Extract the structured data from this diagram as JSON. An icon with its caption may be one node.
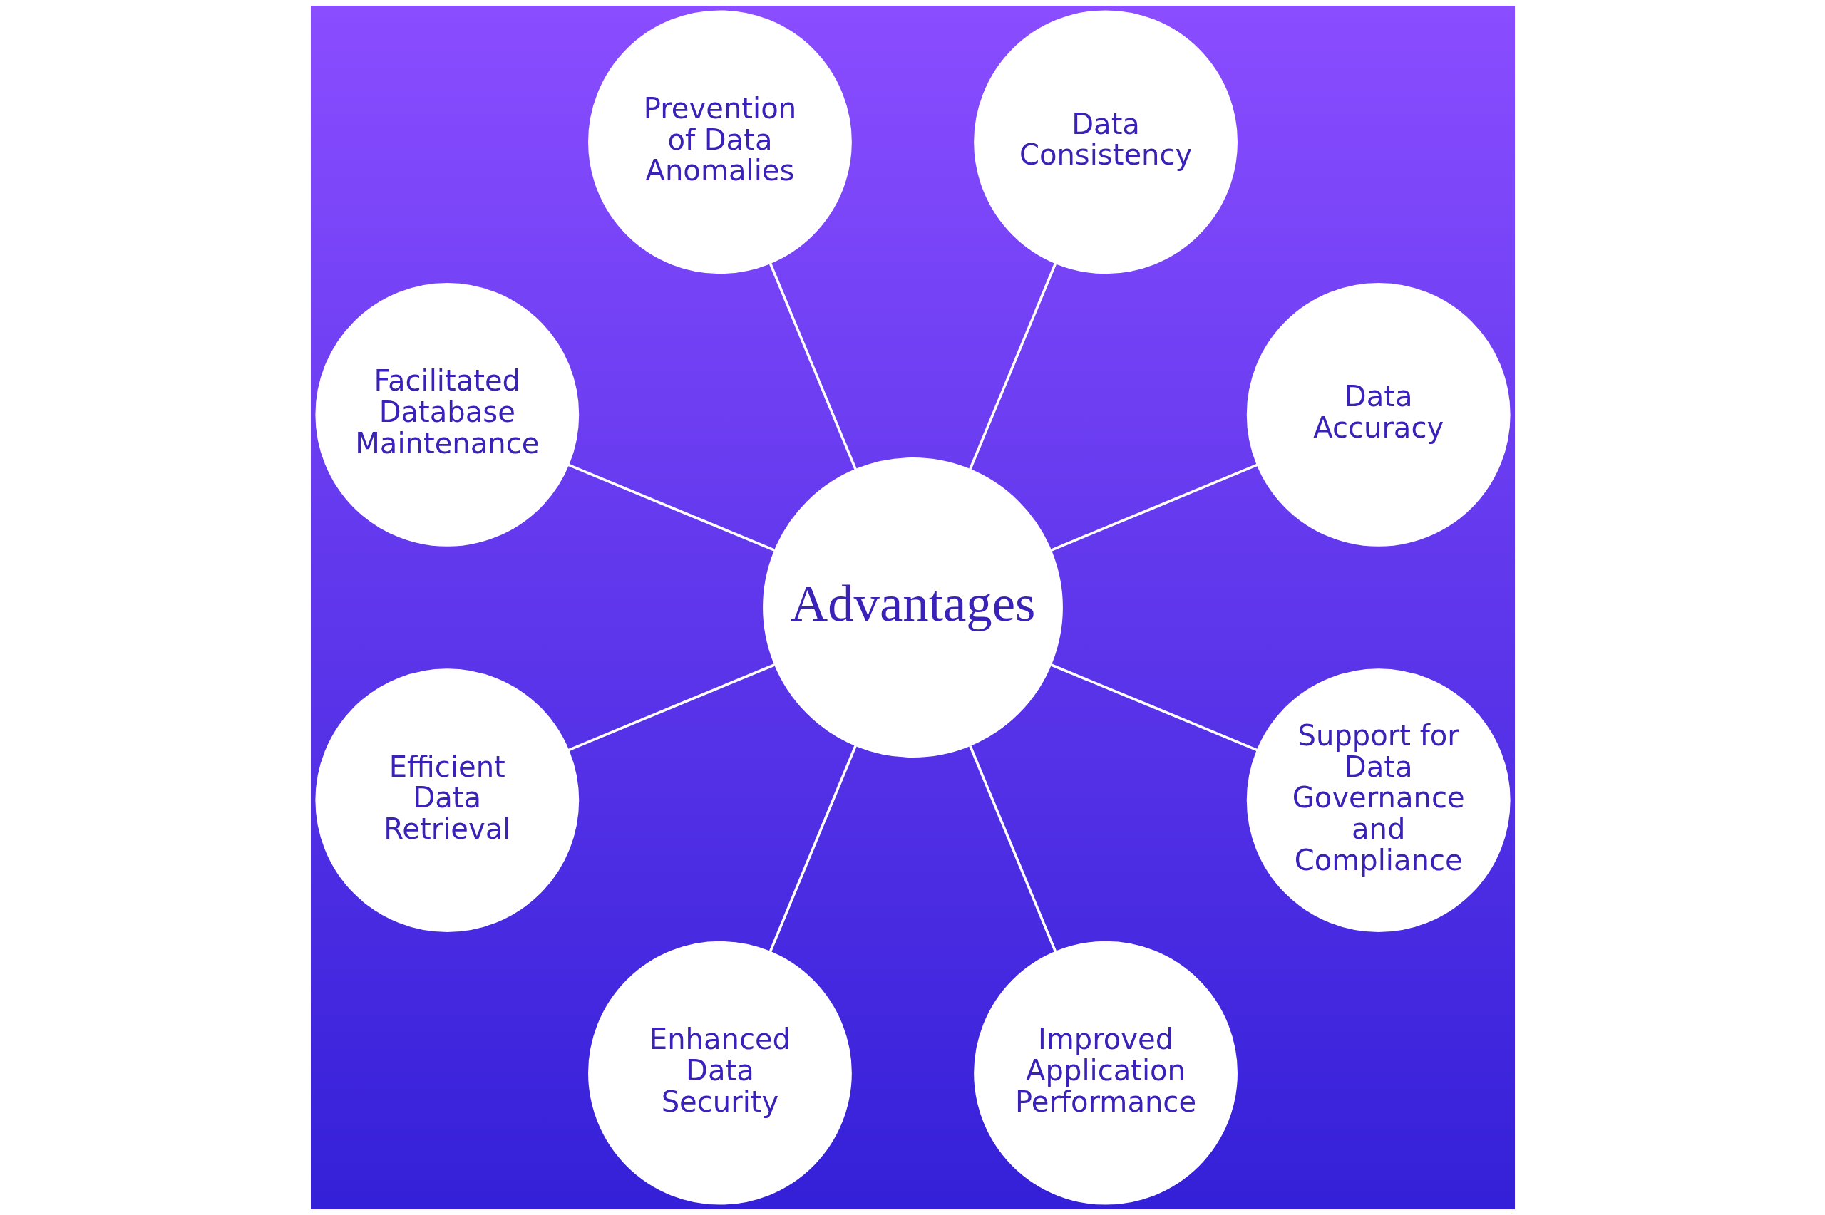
{
  "diagram": {
    "nodes": [
      {
        "text": [
          "Advantages"
        ]
      },
      {
        "text": [
          "Data Accuracy"
        ]
      },
      {
        "text": [
          "Data Consistency"
        ]
      },
      {
        "text": [
          "Prevention of Data Anomalies"
        ]
      },
      {
        "text": [
          "Facilitated Database Maintenance"
        ]
      },
      {
        "text": [
          "Efficient Data Retrieval"
        ]
      },
      {
        "text": [
          "Enhanced Data Security"
        ]
      },
      {
        "text": [
          "Improved Application Performance"
        ]
      },
      {
        "text": [
          "Support for Data Governance and Compliance"
        ]
      }
    ],
    "edges": [
      {
        "from": 0,
        "to": 1,
        "arrow": "none"
      },
      {
        "from": 0,
        "to": 2,
        "arrow": "none"
      },
      {
        "from": 0,
        "to": 3,
        "arrow": "none"
      },
      {
        "from": 0,
        "to": 4,
        "arrow": "none"
      },
      {
        "from": 0,
        "to": 5,
        "arrow": "none"
      },
      {
        "from": 0,
        "to": 6,
        "arrow": "none"
      },
      {
        "from": 0,
        "to": 7,
        "arrow": "none"
      },
      {
        "from": 0,
        "to": 8,
        "arrow": "none"
      }
    ]
  }
}
